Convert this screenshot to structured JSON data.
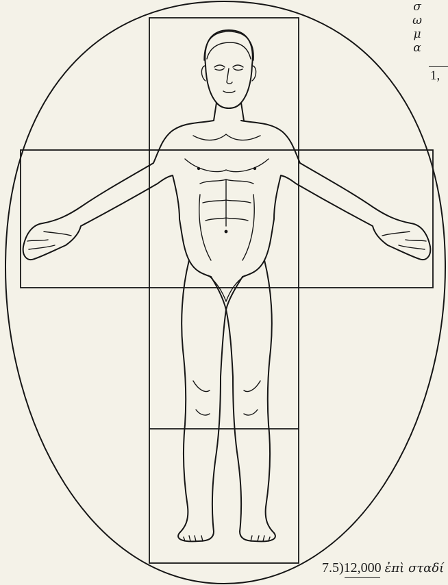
{
  "figure": {
    "subject": "human-figure-in-egg-and-cross-proportion-diagram"
  },
  "margin_note": {
    "letters": [
      "σ",
      "ω",
      "μ",
      "α"
    ],
    "number": "1,"
  },
  "calculation": {
    "divisor": "7.5",
    "dividend": "12,000",
    "greek_text": "ἐπὶ σταδί"
  }
}
